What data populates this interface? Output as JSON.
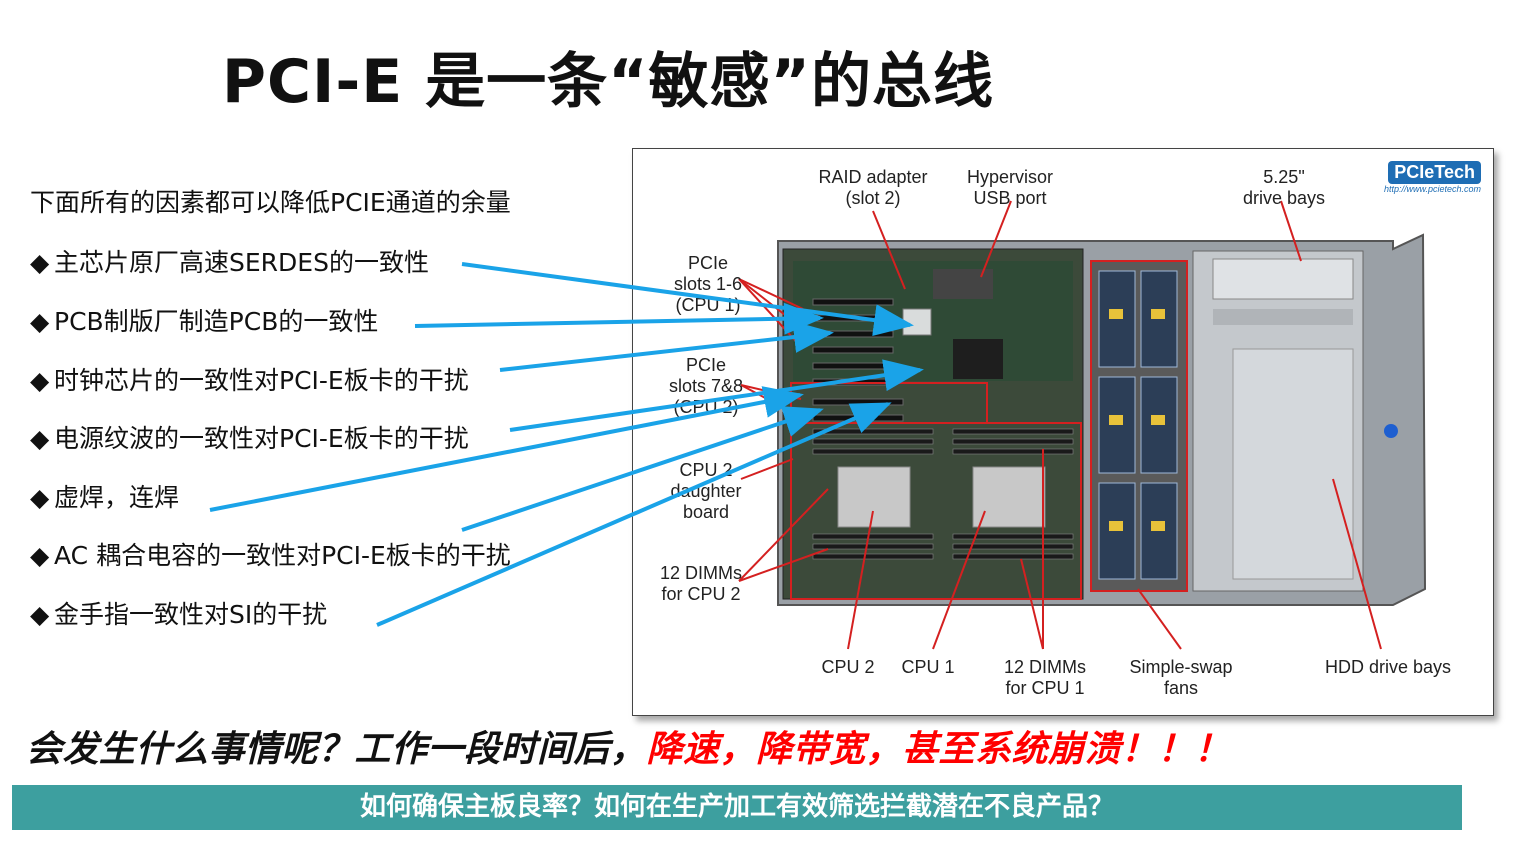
{
  "title": "PCI-E 是一条“敏感”的总线",
  "intro": "下面所有的因素都可以降低PCIE通道的余量",
  "bullet_symbol": "◆",
  "bullets": [
    "主芯片原厂高速SERDES的一致性",
    "PCB制版厂制造PCB的一致性",
    "时钟芯片的一致性对PCI-E板卡的干扰",
    "电源纹波的一致性对PCI-E板卡的干扰",
    "虚焊，连焊",
    "AC 耦合电容的一致性对PCI-E板卡的干扰",
    "金手指一致性对SI的干扰"
  ],
  "photo": {
    "logo": "PCIeTech",
    "logo_url": "http://www.pcietech.com",
    "labels": {
      "raid": "RAID adapter\n(slot 2)",
      "hypervisor": "Hypervisor\nUSB port",
      "drive_525": "5.25\"\ndrive bays",
      "pcie_1_6": "PCIe\nslots 1-6\n(CPU 1)",
      "pcie_7_8": "PCIe\nslots 7&8\n(CPU 2)",
      "cpu2_daughter": "CPU 2\ndaughter\nboard",
      "dimms_cpu2": "12 DIMMs\nfor CPU 2",
      "cpu2": "CPU 2",
      "cpu1": "CPU 1",
      "dimms_cpu1": "12 DIMMs\nfor CPU 1",
      "fans": "Simple-swap\nfans",
      "hdd": "HDD drive bays"
    }
  },
  "question_black": "会发生什么事情呢？工作一段时间后，",
  "question_red": "降速，降带宽，甚至系统崩溃！！！",
  "banner": "如何确保主板良率？如何在生产加工有效筛选拦截潜在不良产品？",
  "colors": {
    "arrow": "#1aa3e8",
    "callout": "#d42020",
    "banner": "#3d9f9f",
    "emphasis": "#ff0000"
  }
}
